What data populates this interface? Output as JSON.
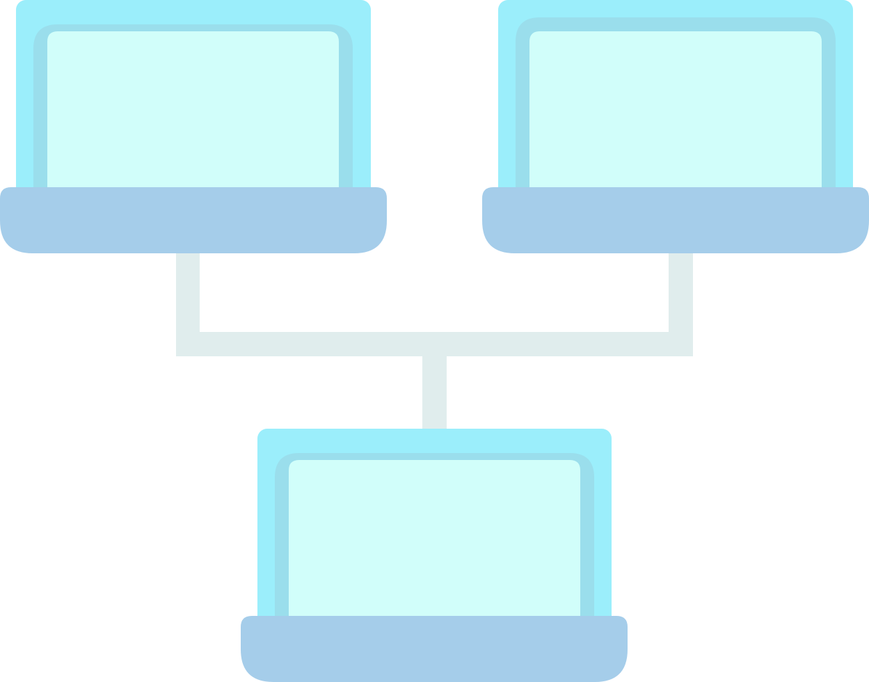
{
  "diagram": {
    "type": "network-topology",
    "nodes": [
      {
        "id": "laptop-top-left",
        "icon": "laptop-icon"
      },
      {
        "id": "laptop-top-right",
        "icon": "laptop-icon"
      },
      {
        "id": "laptop-bottom",
        "icon": "laptop-icon"
      }
    ],
    "connections": [
      {
        "from": "laptop-top-left",
        "to": "laptop-bottom"
      },
      {
        "from": "laptop-top-right",
        "to": "laptop-bottom"
      }
    ]
  },
  "colors": {
    "lid": "#9beefb",
    "bezel": "#9adeec",
    "screen": "#d1fefa",
    "base": "#a5cdea",
    "connector": "#e0eded",
    "background": "#ffffff"
  }
}
